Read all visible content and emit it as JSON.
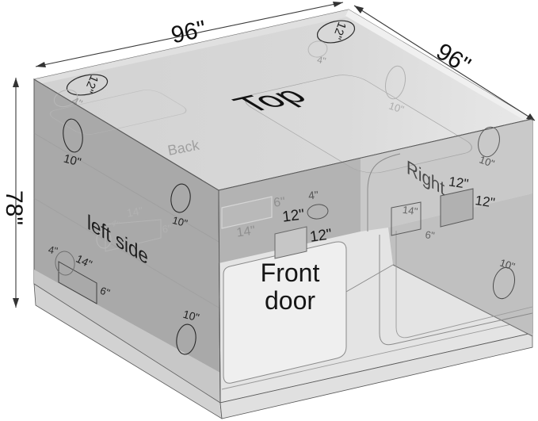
{
  "diagram": {
    "title_implicit": "Grow box dimension diagram",
    "dimensions": {
      "width_back": "96\"",
      "width_right": "96\"",
      "height": "78\""
    },
    "faces": {
      "top": "Top",
      "back": "Back",
      "left": "left side",
      "right": "Right",
      "front_line1": "Front",
      "front_line2": "door"
    },
    "ports": {
      "duct_12": "12\"",
      "port_10": "10\"",
      "port_4": "4\"",
      "vent_14": "14\"",
      "vent_6": "6\""
    },
    "colors": {
      "top_face": "#d4d4d4",
      "left_face": "#a9a9a9",
      "front_face": "#e4e4e4",
      "front_strip": "#b3b3b3",
      "right_wall": "#c0c0c0",
      "door_panel": "#efefef",
      "line": "#4a4a4a"
    }
  }
}
